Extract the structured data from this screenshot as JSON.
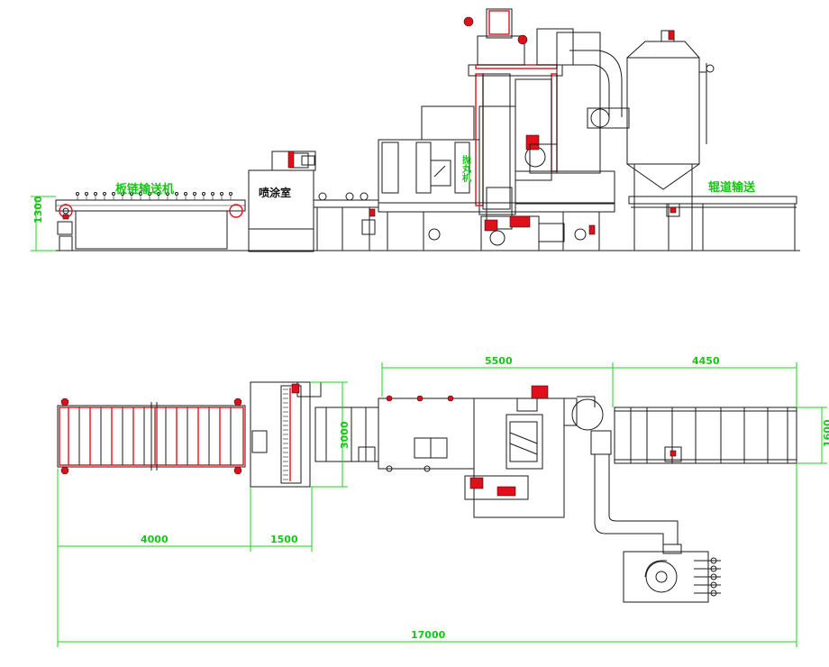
{
  "side_view": {
    "label_plate_conveyor": "板链输送机",
    "label_spray_room": "喷涂室",
    "label_shot_blaster": "抛丸机",
    "label_roller_conveyor": "辊道输送",
    "dim_height": "1300"
  },
  "top_view": {
    "dim_blaster_length": "5500",
    "dim_out_conveyor": "4450",
    "dim_width_3000": "3000",
    "dim_width_1600": "1600",
    "dim_in_conveyor": "4000",
    "dim_spray": "1500",
    "dim_total": "17000"
  },
  "colors": {
    "line": "#1a1a1a",
    "accent": "#e0101a",
    "dimension": "#19d619"
  }
}
